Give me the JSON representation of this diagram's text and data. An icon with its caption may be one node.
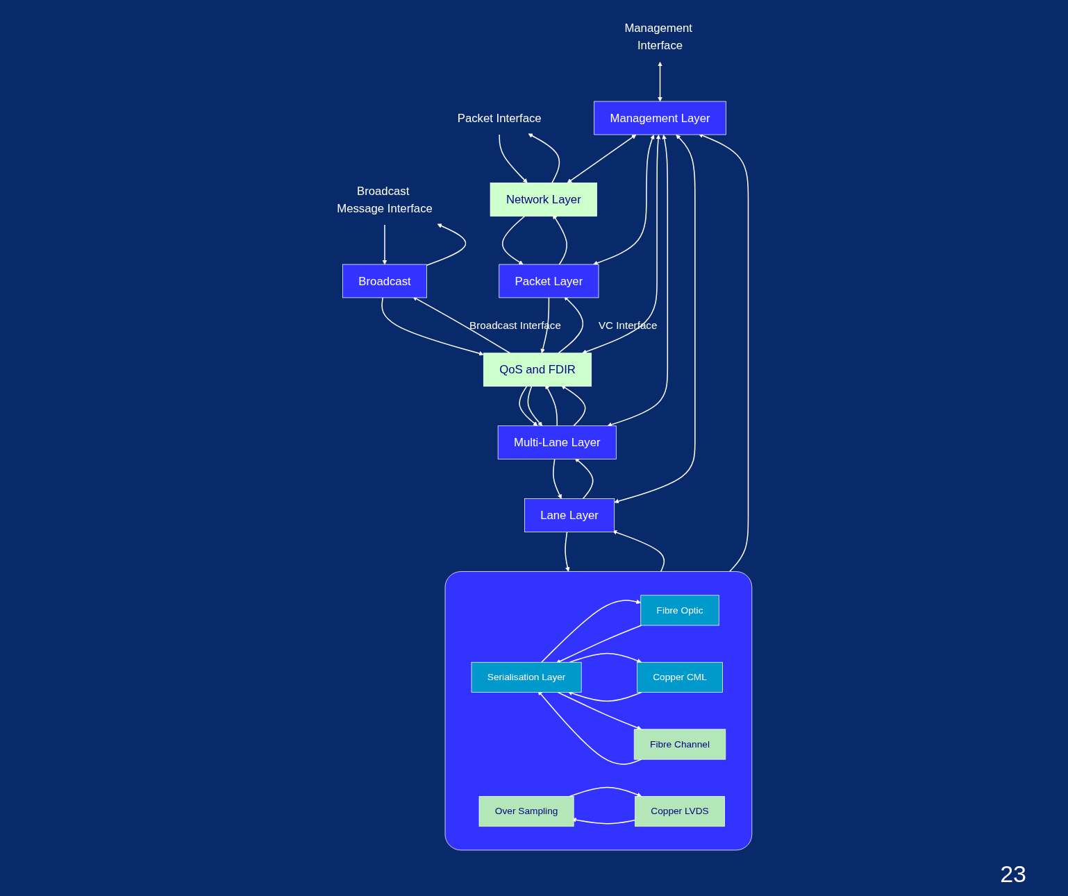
{
  "diagram": {
    "nodes": [
      {
        "text": [
          "Management Interface"
        ]
      },
      {
        "text": [
          "Packet Interface"
        ]
      },
      {
        "text": [
          "Broadcast Message Interface"
        ]
      },
      {
        "text": [
          "Management Layer"
        ]
      },
      {
        "text": [
          "Network Layer"
        ]
      },
      {
        "text": [
          "Broadcast"
        ]
      },
      {
        "text": [
          "Packet Layer"
        ]
      },
      {
        "text": [
          "QoS and FDIR"
        ]
      },
      {
        "text": [
          "Multi-Lane Layer"
        ]
      },
      {
        "text": [
          "Lane Layer"
        ]
      },
      {
        "text": [],
        "shape": "box"
      },
      {
        "text": [
          "Serialisation Layer"
        ],
        "in": 10
      },
      {
        "text": [
          "Over Sampling"
        ],
        "in": 10
      },
      {
        "text": [
          "Fibre Optic"
        ],
        "in": 10
      },
      {
        "text": [
          "Copper CML"
        ],
        "in": 10
      },
      {
        "text": [
          "Fibre Channel"
        ],
        "in": 10
      },
      {
        "text": [
          "Copper LVDS"
        ],
        "in": 10
      }
    ],
    "edges": [
      {
        "from": 0,
        "to": 3,
        "arrow": "both"
      },
      {
        "from": 1,
        "to": 4,
        "arrow": "to"
      },
      {
        "from": 4,
        "to": 1,
        "arrow": "to"
      },
      {
        "from": 2,
        "to": 5,
        "arrow": "to"
      },
      {
        "from": 5,
        "to": 2,
        "arrow": "to"
      },
      {
        "from": 3,
        "to": 4,
        "arrow": "both"
      },
      {
        "from": 3,
        "to": 6,
        "arrow": "both"
      },
      {
        "from": 3,
        "to": 7,
        "arrow": "both"
      },
      {
        "from": 3,
        "to": 8,
        "arrow": "both"
      },
      {
        "from": 3,
        "to": 9,
        "arrow": "both"
      },
      {
        "from": 10,
        "to": 3,
        "arrow": "to"
      },
      {
        "from": 4,
        "to": 6,
        "arrow": "to"
      },
      {
        "from": 6,
        "to": 4,
        "arrow": "to"
      },
      {
        "from": 6,
        "to": 7,
        "arrow": "to"
      },
      {
        "from": 7,
        "to": 6,
        "arrow": "to",
        "label": "VC Interface"
      },
      {
        "from": 5,
        "to": 7,
        "arrow": "to"
      },
      {
        "from": 7,
        "to": 5,
        "arrow": "to",
        "label": "Broadcast Interface"
      },
      {
        "from": 7,
        "to": 8,
        "arrow": "to"
      },
      {
        "from": 7,
        "to": 8,
        "arrow": "to"
      },
      {
        "from": 8,
        "to": 7,
        "arrow": "to"
      },
      {
        "from": 8,
        "to": 7,
        "arrow": "to"
      },
      {
        "from": 8,
        "to": 9,
        "arrow": "to"
      },
      {
        "from": 9,
        "to": 8,
        "arrow": "to"
      },
      {
        "from": 9,
        "to": 10,
        "arrow": "to"
      },
      {
        "from": 10,
        "to": 9,
        "arrow": "to"
      },
      {
        "from": 11,
        "to": 13,
        "arrow": "to"
      },
      {
        "from": 13,
        "to": 11,
        "arrow": "to"
      },
      {
        "from": 11,
        "to": 14,
        "arrow": "to"
      },
      {
        "from": 14,
        "to": 11,
        "arrow": "to"
      },
      {
        "from": 11,
        "to": 15,
        "arrow": "to"
      },
      {
        "from": 15,
        "to": 11,
        "arrow": "to"
      },
      {
        "from": 12,
        "to": 16,
        "arrow": "to"
      },
      {
        "from": 16,
        "to": 12,
        "arrow": "to"
      }
    ],
    "labels": [
      "23"
    ]
  }
}
